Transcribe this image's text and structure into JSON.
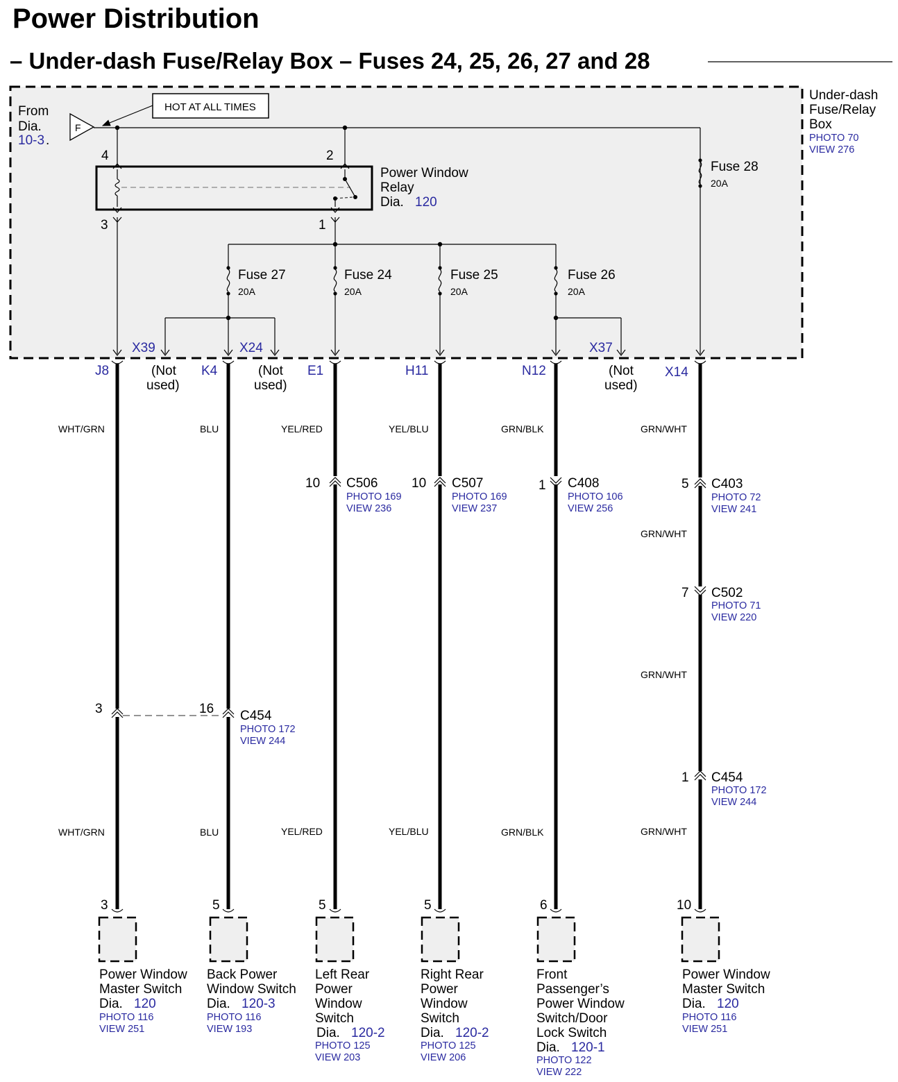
{
  "title": "Power Distribution",
  "subtitle": "– Under-dash Fuse/Relay Box – Fuses 24, 25, 26, 27 and 28",
  "box": {
    "label": [
      "Under-dash",
      "Fuse/Relay",
      "Box"
    ],
    "photo": "PHOTO 70",
    "view": "VIEW 276"
  },
  "source": {
    "from_label": "From",
    "dia_label": "Dia.",
    "dia_ref": "10-3",
    "dot": ".",
    "connector": "F",
    "hot_label": "HOT AT ALL TIMES"
  },
  "relay": {
    "name_lines": [
      "Power Window",
      "Relay"
    ],
    "dia_label": "Dia.",
    "dia_ref": "120",
    "pins": {
      "coil_in": "4",
      "switch_in": "2",
      "coil_out": "3",
      "switch_out": "1"
    }
  },
  "fuses": [
    {
      "name": "Fuse 27",
      "rating": "20A"
    },
    {
      "name": "Fuse 24",
      "rating": "20A"
    },
    {
      "name": "Fuse 25",
      "rating": "20A"
    },
    {
      "name": "Fuse 26",
      "rating": "20A"
    },
    {
      "name": "Fuse 28",
      "rating": "20A"
    }
  ],
  "terminals": {
    "internal": [
      "X39",
      "X24",
      "X37"
    ],
    "not_used": [
      "(Not",
      "used)"
    ],
    "outputs": [
      "J8",
      "K4",
      "E1",
      "H11",
      "N12",
      "X14"
    ]
  },
  "wires": {
    "upper": [
      "WHT/GRN",
      "BLU",
      "YEL/RED",
      "YEL/BLU",
      "GRN/BLK",
      "GRN/WHT"
    ],
    "lower": [
      "WHT/GRN",
      "BLU",
      "YEL/RED",
      "YEL/BLU",
      "GRN/BLK",
      "GRN/WHT"
    ],
    "x14_mid1": "GRN/WHT",
    "x14_mid2": "GRN/WHT"
  },
  "connectors": [
    {
      "pin": "10",
      "name": "C506",
      "photo": "PHOTO 169",
      "view": "VIEW 236"
    },
    {
      "pin": "10",
      "name": "C507",
      "photo": "PHOTO 169",
      "view": "VIEW 237"
    },
    {
      "pin": "1",
      "name": "C408",
      "photo": "PHOTO 106",
      "view": "VIEW 256"
    },
    {
      "pin": "5",
      "name": "C403",
      "photo": "PHOTO 72",
      "view": "VIEW 241"
    },
    {
      "pin": "7",
      "name": "C502",
      "photo": "PHOTO 71",
      "view": "VIEW 220"
    },
    {
      "pin": "1",
      "name": "C454",
      "photo": "PHOTO 172",
      "view": "VIEW 244"
    },
    {
      "pin": "16",
      "name": "C454",
      "photo": "PHOTO 172",
      "view": "VIEW 244",
      "pin_left": "3"
    }
  ],
  "components": [
    {
      "pin": "3",
      "lines": [
        "Power Window",
        "Master Switch"
      ],
      "dia_label": "Dia.",
      "dia": "120",
      "photo": "PHOTO 116",
      "view": "VIEW 251"
    },
    {
      "pin": "5",
      "lines": [
        "Back Power",
        "Window Switch"
      ],
      "dia_label": "Dia.",
      "dia": "120-3",
      "photo": "PHOTO 116",
      "view": "VIEW 193"
    },
    {
      "pin": "5",
      "lines": [
        "Left Rear",
        "Power",
        "Window",
        "Switch"
      ],
      "dia_label": "Dia.",
      "dia": "120-2",
      "photo": "PHOTO 125",
      "view": "VIEW 203"
    },
    {
      "pin": "5",
      "lines": [
        "Right Rear",
        "Power",
        "Window",
        "Switch"
      ],
      "dia_label": "Dia.",
      "dia": "120-2",
      "photo": "PHOTO 125",
      "view": "VIEW 206"
    },
    {
      "pin": "6",
      "lines": [
        "Front",
        "Passenger’s",
        "Power Window",
        "Switch/Door",
        "Lock Switch"
      ],
      "dia_label": "Dia.",
      "dia": "120-1",
      "photo": "PHOTO 122",
      "view": "VIEW 222"
    },
    {
      "pin": "10",
      "lines": [
        "Power Window",
        "Master Switch"
      ],
      "dia_label": "Dia.",
      "dia": "120",
      "photo": "PHOTO 116",
      "view": "VIEW 251"
    }
  ]
}
